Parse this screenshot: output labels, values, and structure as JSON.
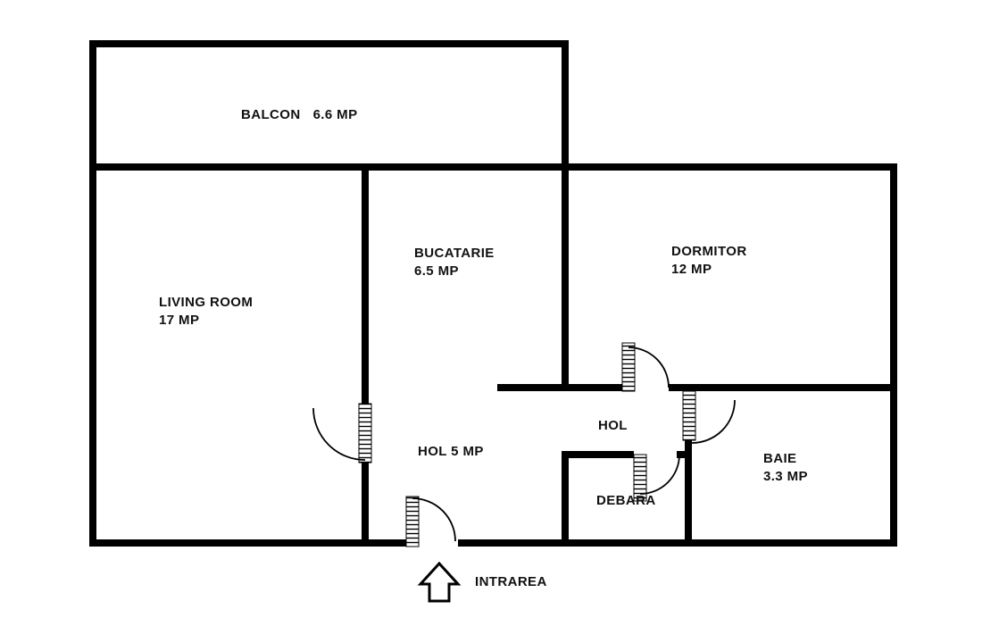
{
  "floorplan": {
    "rooms": {
      "balcon": {
        "name": "BALCON",
        "area": "6.6 MP"
      },
      "living_room": {
        "name": "LIVING ROOM",
        "area": "17 MP"
      },
      "bucatarie": {
        "name": "BUCATARIE",
        "area": "6.5 MP"
      },
      "dormitor": {
        "name": "DORMITOR",
        "area": "12 MP"
      },
      "hol_mare": {
        "label": "HOL 5 MP"
      },
      "hol": {
        "label": "HOL"
      },
      "debara": {
        "label": "DEBARA"
      },
      "baie": {
        "name": "BAIE",
        "area": "3.3 MP"
      }
    },
    "entrance": {
      "label": "INTRAREA"
    },
    "colors": {
      "walls": "#000000",
      "background": "#ffffff",
      "text": "#111111"
    }
  }
}
